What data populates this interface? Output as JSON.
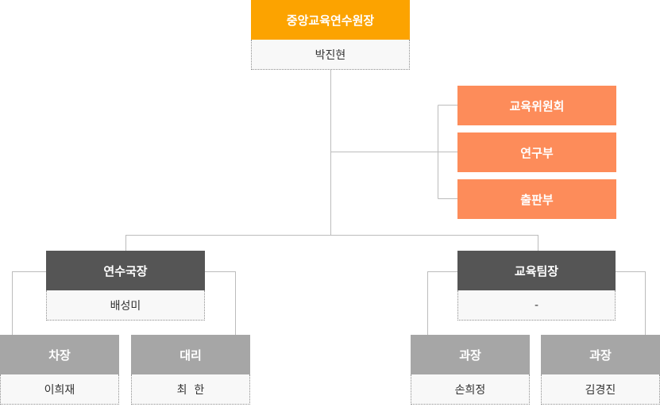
{
  "director": {
    "title": "중앙교육연수원장",
    "name": "박진현"
  },
  "side_units": [
    {
      "label": "교육위원회"
    },
    {
      "label": "연구부"
    },
    {
      "label": "출판부"
    }
  ],
  "left_branch": {
    "head": {
      "title": "연수국장",
      "name": "배성미"
    },
    "members": [
      {
        "title": "차장",
        "name": "이희재"
      },
      {
        "title": "대리",
        "name": "최  한"
      }
    ]
  },
  "right_branch": {
    "head": {
      "title": "교육팀장",
      "name": "-"
    },
    "members": [
      {
        "title": "과장",
        "name": "손희정"
      },
      {
        "title": "과장",
        "name": "김경진"
      }
    ]
  },
  "colors": {
    "director": "#fca300",
    "side_unit": "#fd8c5a",
    "branch_head": "#555555",
    "member": "#a6a6a6",
    "connector": "#bcbcbc"
  }
}
